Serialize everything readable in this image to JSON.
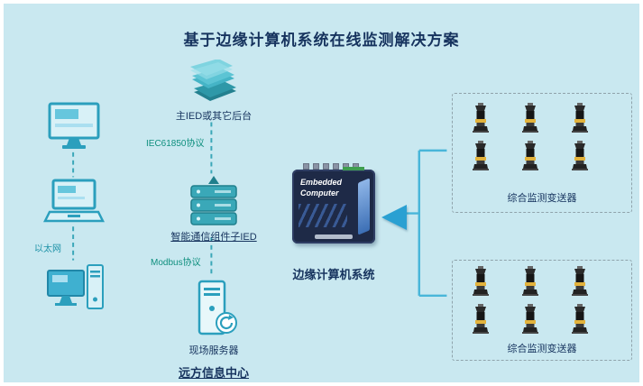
{
  "title": "基于边缘计算机系统在线监测解决方案",
  "left_column": {
    "ethernet_label": "以太网"
  },
  "middle_column": {
    "backend_label": "主IED或其它后台",
    "protocol_top": "IEC61850协议",
    "gateway_label": "智能通信组件子IED",
    "protocol_bottom": "Modbus协议",
    "server_label": "现场服务器",
    "center_label": "远方信息中心"
  },
  "edge_computer": {
    "device_text": "Embedded Computer",
    "label": "边缘计算机系统"
  },
  "sensor_groups": [
    {
      "label": "综合监测变送器",
      "sensor_count": 6
    },
    {
      "label": "综合监测变送器",
      "sensor_count": 6
    }
  ],
  "icons": {
    "left_column": [
      "monitor-icon",
      "laptop-icon",
      "desktop-icon"
    ],
    "middle_column": [
      "database-layers-icon",
      "server-stack-icon",
      "field-server-icon",
      "refresh-icon"
    ],
    "right_column": [
      "sensor-icon"
    ],
    "center": [
      "left-arrow-icon"
    ]
  },
  "colors": {
    "background": "#c9e8f0",
    "teal": "#2b9fbd",
    "protocol_green": "#0e8f7e",
    "text_dark": "#16335e",
    "arrow_blue": "#2aa0d2",
    "bracket_blue": "#49b6d9",
    "box_border_gray": "#8fa3ab",
    "sensor_yellow": "#e2b23c",
    "device_navy": "#1e2a47"
  }
}
